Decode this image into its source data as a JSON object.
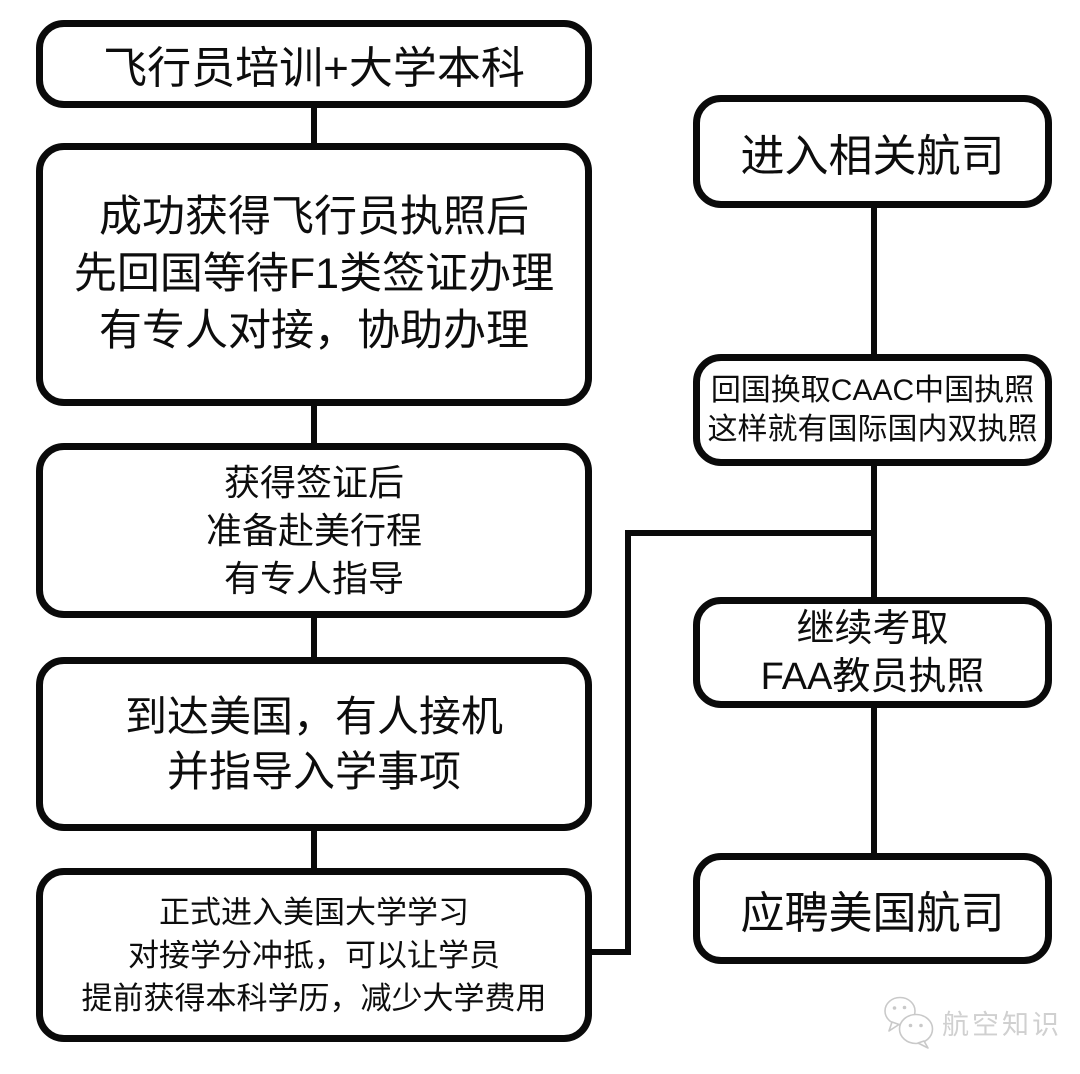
{
  "flowchart": {
    "left_column": [
      {
        "id": "pilot-training",
        "lines": [
          "飞行员培训+大学本科"
        ]
      },
      {
        "id": "license-then-visa",
        "lines": [
          "成功获得飞行员执照后",
          "先回国等待F1类签证办理",
          "有专人对接，协助办理"
        ]
      },
      {
        "id": "visa-trip-prep",
        "lines": [
          "获得签证后",
          "准备赴美行程",
          "有专人指导"
        ]
      },
      {
        "id": "arrival-usa",
        "lines": [
          "到达美国，有人接机",
          "并指导入学事项"
        ]
      },
      {
        "id": "enter-university",
        "lines": [
          "正式进入美国大学学习",
          "对接学分冲抵，可以让学员",
          "提前获得本科学历，减少大学费用"
        ]
      }
    ],
    "right_column": [
      {
        "id": "join-airline",
        "lines": [
          "进入相关航司"
        ]
      },
      {
        "id": "caac-dual-license",
        "lines": [
          "回国换取CAAC中国执照",
          "这样就有国际国内双执照"
        ]
      },
      {
        "id": "faa-instructor",
        "lines": [
          "继续考取",
          "FAA教员执照"
        ]
      },
      {
        "id": "apply-us-airline",
        "lines": [
          "应聘美国航司"
        ]
      }
    ]
  },
  "watermark": {
    "label": "航空知识",
    "icon": "wechat-chat-bubbles"
  },
  "colors": {
    "line": "#0a0a0a",
    "background": "#ffffff",
    "watermark_gray": "#d0d0d0"
  }
}
